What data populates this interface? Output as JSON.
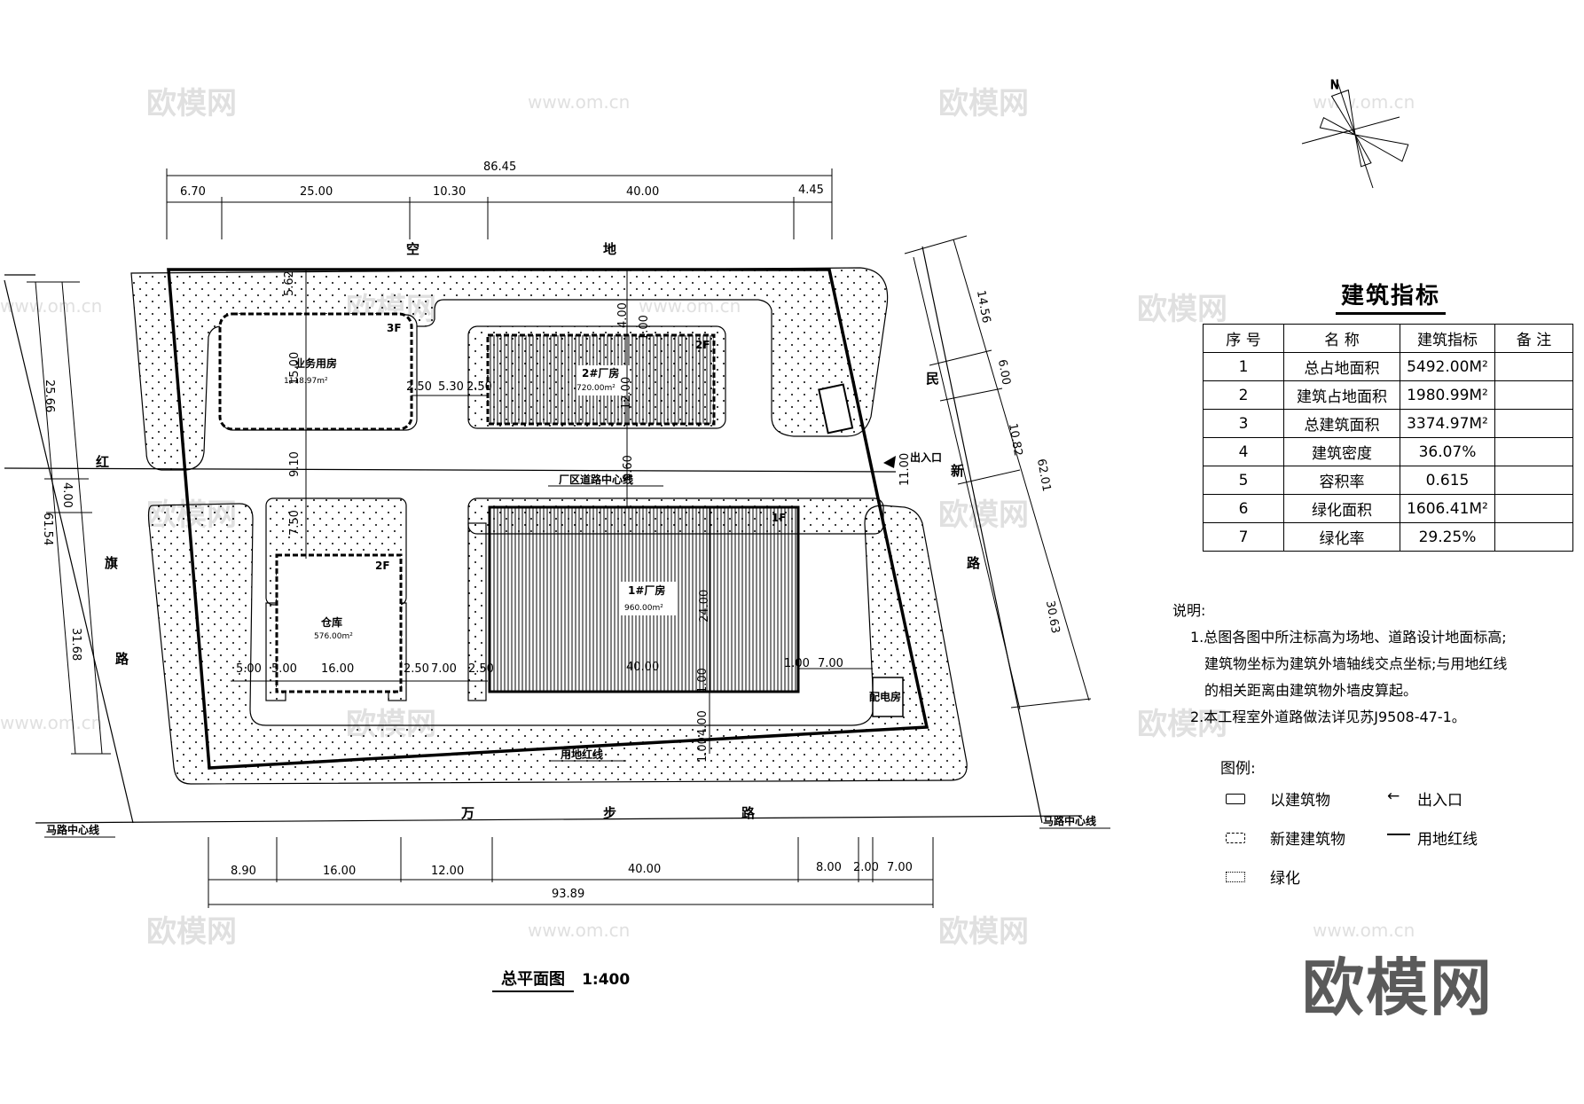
{
  "plan": {
    "title": "总平面图",
    "scale": "1:400",
    "top_total_dim": "86.45",
    "top_dims": [
      "6.70",
      "25.00",
      "10.30",
      "40.00",
      "4.45"
    ],
    "bottom_dims": [
      "8.90",
      "16.00",
      "12.00",
      "40.00",
      "8.00",
      "2.00",
      "7.00"
    ],
    "bottom_total_dim": "93.89",
    "left_dims": [
      "25.66",
      "4.00",
      "31.68",
      "61.54"
    ],
    "right_dims": [
      "14.56",
      "6.00",
      "10.82",
      "30.63",
      "62.01"
    ],
    "interior_dims": [
      "5.62",
      "15.00",
      "9.10",
      "7.50",
      "4.00",
      "1.00",
      "12.00",
      "9.60",
      "24.00",
      "2.50",
      "5.30",
      "2.50",
      "5.00",
      "5.00",
      "16.00",
      "2.50",
      "7.00",
      "2.50",
      "40.00",
      "1.00",
      "7.00",
      "1.00",
      "4.00",
      "1.00",
      "11.00"
    ],
    "roads": {
      "top": [
        "空",
        "地"
      ],
      "left": [
        "红",
        "旗",
        "路"
      ],
      "right": [
        "民",
        "新",
        "路"
      ],
      "bottom": [
        "万",
        "步",
        "路"
      ],
      "center_line": "厂区道路中心线",
      "site_line": "用地红线",
      "road_center_left": "马路中心线",
      "road_center_right": "马路中心线",
      "entrance": "出入口"
    },
    "buildings": [
      {
        "name": "业务用房",
        "area": "1118.97m²",
        "floors": "3F"
      },
      {
        "name": "2#厂房",
        "area": "720.00m²",
        "floors": "2F"
      },
      {
        "name": "仓库",
        "area": "576.00m²",
        "floors": "2F"
      },
      {
        "name": "1#厂房",
        "area": "960.00m²",
        "floors": "1F"
      },
      {
        "name": "配电房",
        "area": "",
        "floors": ""
      }
    ],
    "north": "N"
  },
  "index_table": {
    "title": "建筑指标",
    "headers": [
      "序 号",
      "名 称",
      "建筑指标",
      "备 注"
    ],
    "rows": [
      [
        "1",
        "总占地面积",
        "5492.00M²",
        ""
      ],
      [
        "2",
        "建筑占地面积",
        "1980.99M²",
        ""
      ],
      [
        "3",
        "总建筑面积",
        "3374.97M²",
        ""
      ],
      [
        "4",
        "建筑密度",
        "36.07%",
        ""
      ],
      [
        "5",
        "容积率",
        "0.615",
        ""
      ],
      [
        "6",
        "绿化面积",
        "1606.41M²",
        ""
      ],
      [
        "7",
        "绿化率",
        "29.25%",
        ""
      ]
    ]
  },
  "notes": {
    "heading": "说明:",
    "item1_a": "1.总图各图中所注标高为场地、道路设计地面标高;",
    "item1_b": "建筑物坐标为建筑外墙轴线交点坐标;与用地红线",
    "item1_c": "的相关距离由建筑物外墙皮算起。",
    "item2": "2.本工程室外道路做法详见苏J9508-47-1。"
  },
  "legend": {
    "heading": "图例:",
    "existing": "以建筑物",
    "entrance": "出入口",
    "new": "新建建筑物",
    "redline": "用地红线",
    "green": "绿化"
  },
  "watermark": {
    "logo": "欧模网",
    "url": "www.om.cn"
  }
}
